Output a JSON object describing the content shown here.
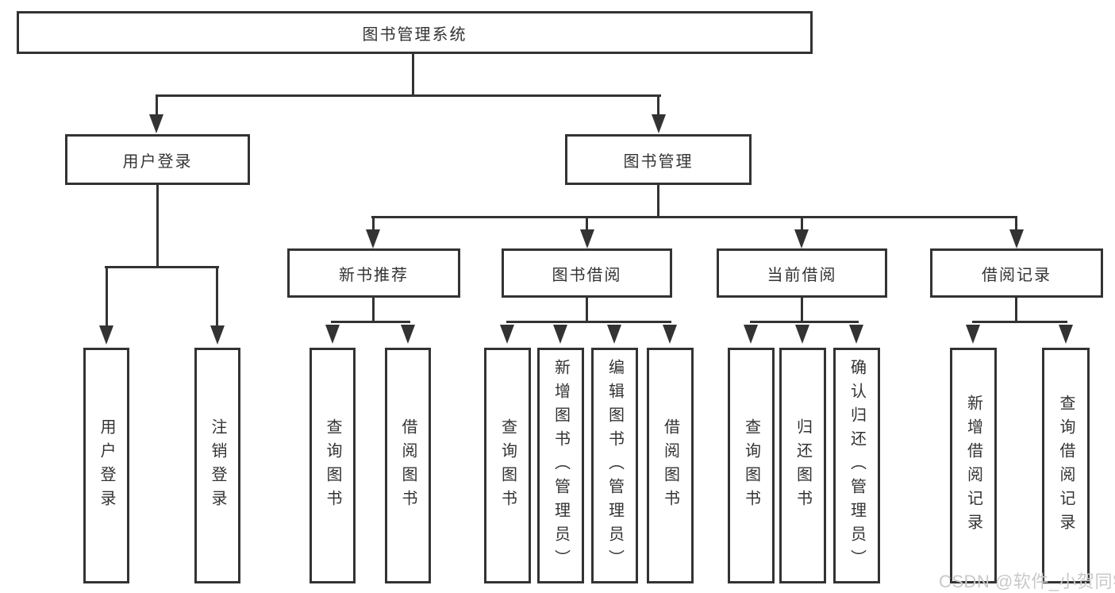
{
  "watermark": "CSDN @软件_小贺同学",
  "colors": {
    "line": "#333333",
    "text": "#333333",
    "box_background": "#ffffff",
    "watermark": "#c9c9c9",
    "background": "#ffffff"
  },
  "tree": {
    "root": "图书管理系统",
    "branches": [
      {
        "label": "用户登录",
        "children": [
          "用户登录",
          "注销登录"
        ]
      },
      {
        "label": "图书管理",
        "groups": [
          {
            "label": "新书推荐",
            "children": [
              "查询图书",
              "借阅图书"
            ]
          },
          {
            "label": "图书借阅",
            "children": [
              "查询图书",
              "新增图书（管理员）",
              "编辑图书（管理员）",
              "借阅图书"
            ]
          },
          {
            "label": "当前借阅",
            "children": [
              "查询图书",
              "归还图书",
              "确认归还（管理员）"
            ]
          },
          {
            "label": "借阅记录",
            "children": [
              "新增借阅记录",
              "查询借阅记录"
            ]
          }
        ]
      }
    ]
  }
}
